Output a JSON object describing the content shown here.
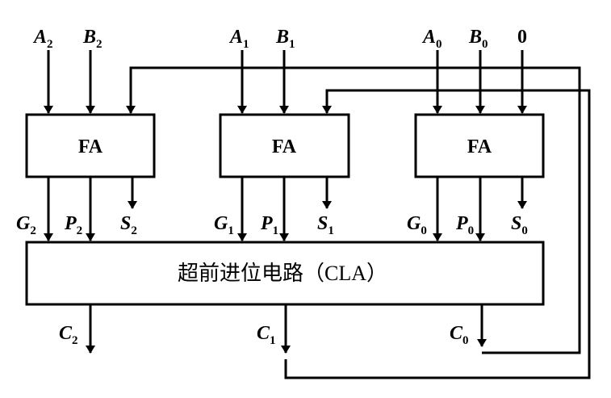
{
  "fa_label": "FA",
  "cla_label": "超前进位电路（CLA）",
  "inputs": {
    "a2": {
      "base": "A",
      "sub": "2"
    },
    "b2": {
      "base": "B",
      "sub": "2"
    },
    "a1": {
      "base": "A",
      "sub": "1"
    },
    "b1": {
      "base": "B",
      "sub": "1"
    },
    "a0": {
      "base": "A",
      "sub": "0"
    },
    "b0": {
      "base": "B",
      "sub": "0"
    },
    "cin": "0"
  },
  "outputs": {
    "g2": {
      "base": "G",
      "sub": "2"
    },
    "p2": {
      "base": "P",
      "sub": "2"
    },
    "s2": {
      "base": "S",
      "sub": "2"
    },
    "g1": {
      "base": "G",
      "sub": "1"
    },
    "p1": {
      "base": "P",
      "sub": "1"
    },
    "s1": {
      "base": "S",
      "sub": "1"
    },
    "g0": {
      "base": "G",
      "sub": "0"
    },
    "p0": {
      "base": "P",
      "sub": "0"
    },
    "s0": {
      "base": "S",
      "sub": "0"
    }
  },
  "carries": {
    "c2": {
      "base": "C",
      "sub": "2"
    },
    "c1": {
      "base": "C",
      "sub": "1"
    },
    "c0": {
      "base": "C",
      "sub": "0"
    }
  }
}
